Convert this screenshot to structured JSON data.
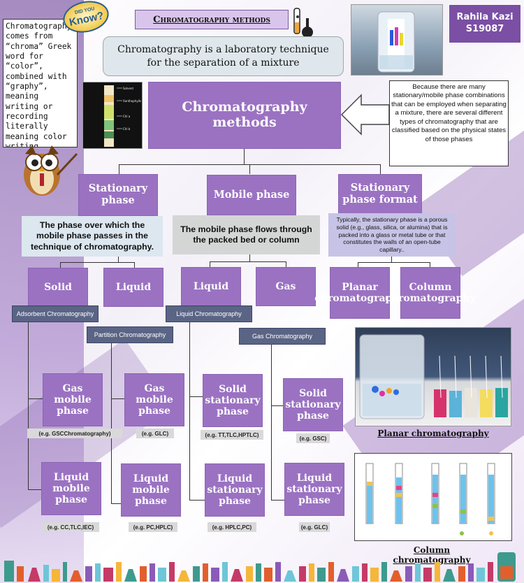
{
  "title": "Chromatography methods",
  "subtitle": "Chromatography is a laboratory technique for the separation of a mixture",
  "author": {
    "name": "Rahila Kazi",
    "id": "S19087"
  },
  "did_you_know": {
    "badge_top": "DID YOU",
    "badge_main": "Know?",
    "text": "Chromatography comes from “chroma” Greek word for “color”, combined with “graphy”, meaning writing or recording literally meaning color writing"
  },
  "central": "Chromatography methods",
  "note_right": "Because there are many stationary/mobile phase combinations that can be employed when separating a mixture, there are several different types of chromatography that are classified based on the physical states of those phases",
  "strip_labels": [
    "Solvent",
    "Xanthophylls",
    "Chl a",
    "Chl b"
  ],
  "categories": {
    "stationary": "Stationary phase",
    "mobile": "Mobile phase",
    "format": "Stationary phase format"
  },
  "desc": {
    "stationary": "The phase over which the mobile phase passes in the technique of chromatography.",
    "mobile": "The mobile phase flows through the packed bed or column",
    "format": "Typically, the stationary phase is a porous solid (e.g., glass, silica, or alumina) that is packed into a glass or metal tube or that constitutes the walls of an open-tube capillary.."
  },
  "subs": {
    "solid": "Solid",
    "liquid1": "Liquid",
    "liquid2": "Liquid",
    "gas": "Gas",
    "planar": "Planar chromatography",
    "column": "Column chromatography"
  },
  "bars": {
    "adsorbent": "Adsorbent Chromatography",
    "partition": "Partition Chromatography",
    "liquidchrom": "Liquid Chromatography",
    "gaschrom": "Gas Chromatography"
  },
  "row1": [
    {
      "box": "Gas mobile phase",
      "ex": "(e.g. GSCChromatography)"
    },
    {
      "box": "Gas mobile phase",
      "ex": "(e.g. GLC)"
    },
    {
      "box": "Solid stationary phase",
      "ex": "(e.g. TT,TLC,HPTLC)"
    },
    {
      "box": "Solid stationary phase",
      "ex": "(e.g. GSC)"
    }
  ],
  "row2": [
    {
      "box": "Liquid mobile phase",
      "ex": "(e.g. CC,TLC,IEC)"
    },
    {
      "box": "Liquid mobile phase",
      "ex": "(e.g. PC,HPLC)"
    },
    {
      "box": "Liquid stationary phase",
      "ex": "(e.g. HPLC,PC)"
    },
    {
      "box": "Liquid stationary phase",
      "ex": "(e.g. GLC)"
    }
  ],
  "captions": {
    "planar": "Planar chromatography",
    "column": "Column chromatography"
  },
  "colors": {
    "box_purple": "#9b72c2",
    "bar_dark": "#5a6485",
    "band": "#7d4ea8"
  }
}
